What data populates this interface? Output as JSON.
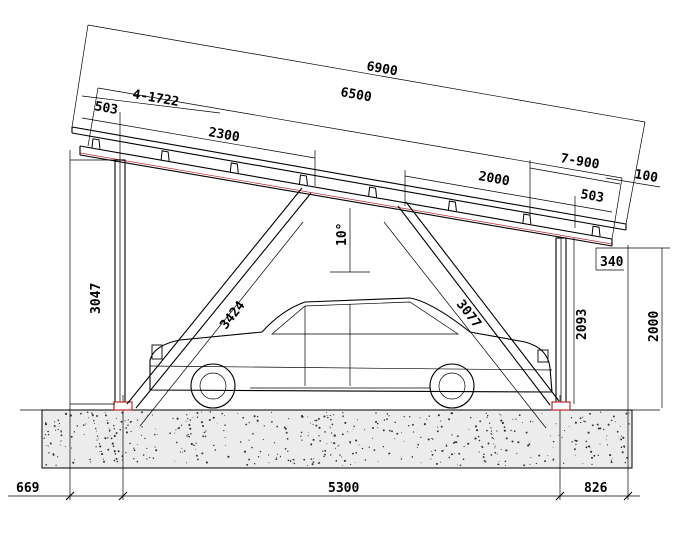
{
  "title": "Carport solar mounting structure - side elevation",
  "colors": {
    "line": "#000000",
    "accent": "#c0282a",
    "ground": "#d8d8d8"
  },
  "dimensions": {
    "overall_panel": "6900",
    "rail_length": "6500",
    "four_spacing": "4-1722",
    "left_cantilever": "503",
    "left_span": "2300",
    "right_span": "2000",
    "seven_spacing": "7-900",
    "right_cantilever": "503",
    "panel_thickness": "100",
    "left_column_height": "3047",
    "left_brace": "3424",
    "right_brace": "3077",
    "right_column_height": "2093",
    "clearance_height": "2000",
    "tilt_angle": "10°",
    "left_overhang": "669",
    "column_spacing": "5300",
    "right_overhang": "826",
    "right_offset": "340"
  }
}
